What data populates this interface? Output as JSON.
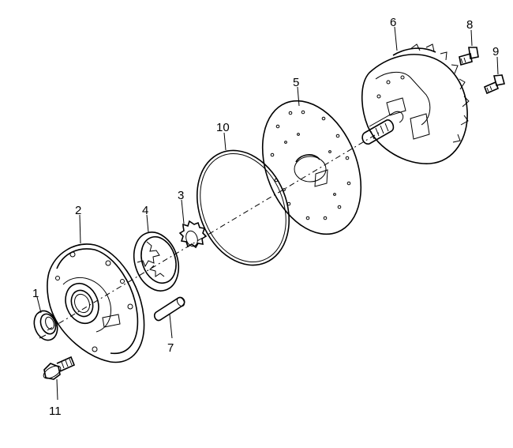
{
  "callouts": [
    {
      "id": "p1",
      "number": "1"
    },
    {
      "id": "p2",
      "number": "2"
    },
    {
      "id": "p3",
      "number": "3"
    },
    {
      "id": "p4",
      "number": "4"
    },
    {
      "id": "p5",
      "number": "5"
    },
    {
      "id": "p6",
      "number": "6"
    },
    {
      "id": "p7",
      "number": "7"
    },
    {
      "id": "p8",
      "number": "8"
    },
    {
      "id": "p9",
      "number": "9"
    },
    {
      "id": "p10",
      "number": "10"
    },
    {
      "id": "p11",
      "number": "11"
    }
  ]
}
